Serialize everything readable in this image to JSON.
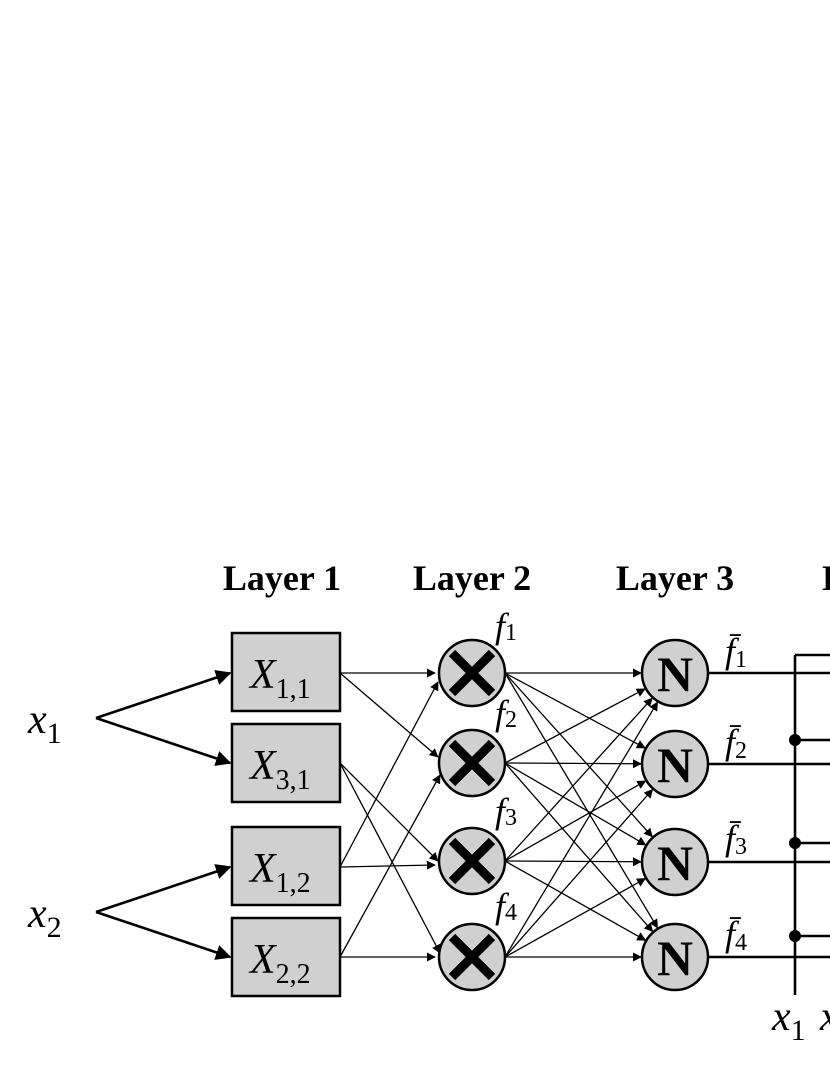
{
  "layers": [
    "Layer 1",
    "Layer 2",
    "Layer 3",
    "L"
  ],
  "inputs": [
    {
      "base": "x",
      "sub": "1"
    },
    {
      "base": "x",
      "sub": "2"
    }
  ],
  "layer1_nodes": [
    {
      "base": "X",
      "sub": "1,1"
    },
    {
      "base": "X",
      "sub": "3,1"
    },
    {
      "base": "X",
      "sub": "1,2"
    },
    {
      "base": "X",
      "sub": "2,2"
    }
  ],
  "layer2_labels": [
    {
      "base": "f",
      "sub": "1"
    },
    {
      "base": "f",
      "sub": "2"
    },
    {
      "base": "f",
      "sub": "3"
    },
    {
      "base": "f",
      "sub": "4"
    }
  ],
  "layer3_symbol": "N",
  "layer3_labels": [
    {
      "base": "f̄",
      "sub": "1"
    },
    {
      "base": "f̄",
      "sub": "2"
    },
    {
      "base": "f̄",
      "sub": "3"
    },
    {
      "base": "f̄",
      "sub": "4"
    }
  ],
  "bottom_labels": [
    {
      "base": "x",
      "sub": "1"
    },
    {
      "base": "x",
      "sub": ""
    }
  ]
}
